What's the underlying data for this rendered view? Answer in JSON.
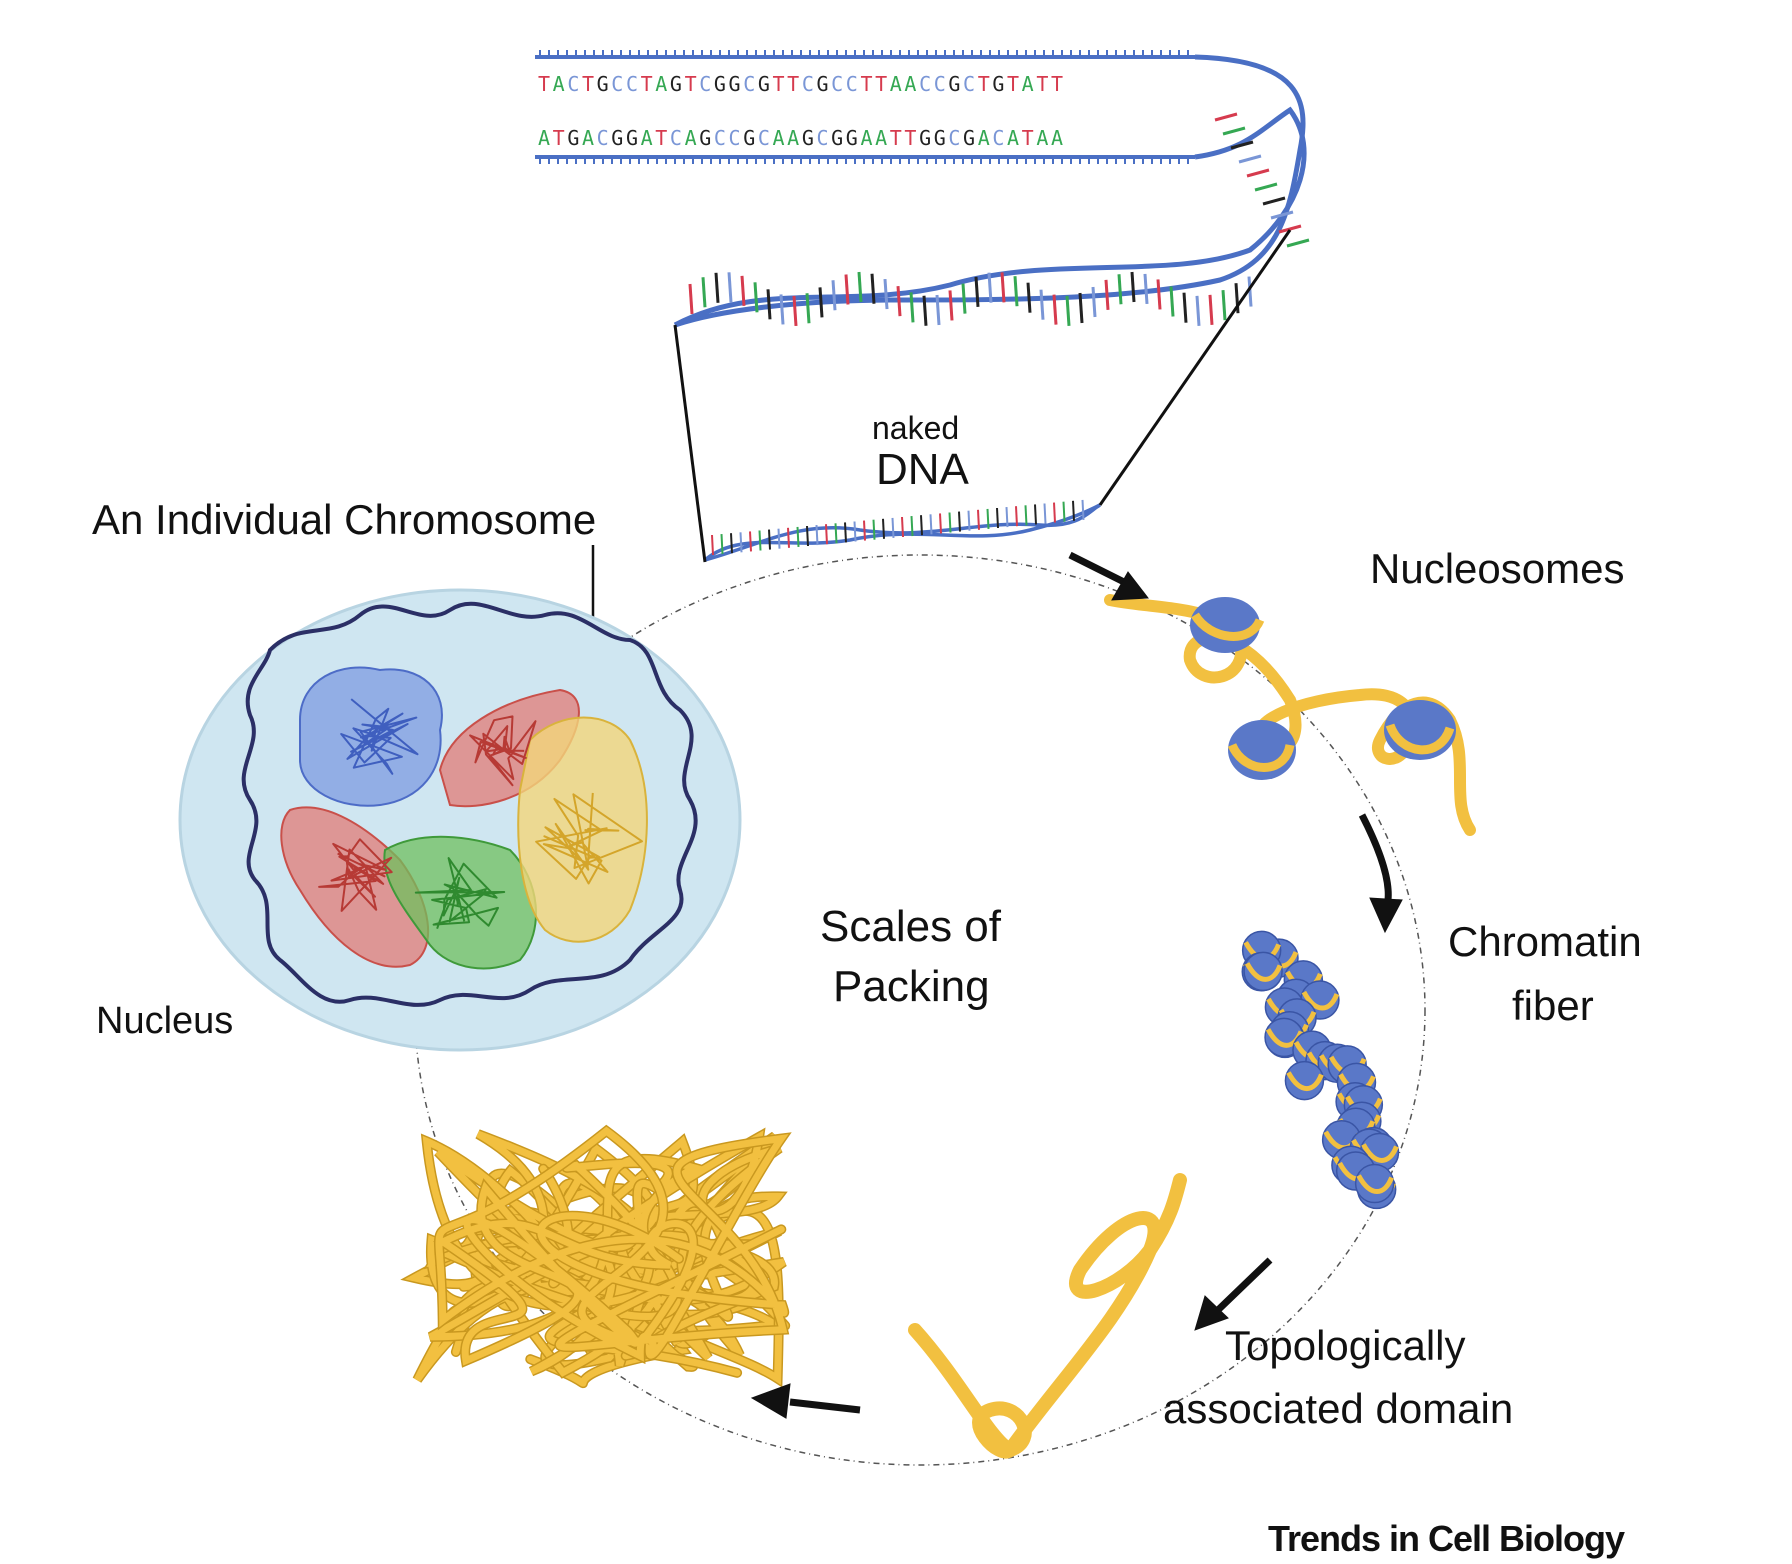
{
  "labels": {
    "naked": "naked",
    "dna": "DNA",
    "chromosome": "An Individual Chromosome",
    "nucleosomes": "Nucleosomes",
    "chromatin_line1": "Chromatin",
    "chromatin_line2": "fiber",
    "scales_line1": "Scales of",
    "scales_line2": "Packing",
    "nucleus": "Nucleus",
    "tad_line1": "Topologically",
    "tad_line2": "associated domain",
    "journal": "Trends in Cell Biology"
  },
  "sequence": {
    "top": "TACTGCCTAGTCGGCGTTCGCCTTAACCGCTGTATT",
    "bottom": "ATGACGGATCAGCCGCAAGCGGAATTGGCGACATAA"
  },
  "colors": {
    "A": "#35a853",
    "T": "#d63b4e",
    "G": "#222222",
    "C": "#7a96d6",
    "backbone": "#4a6fc4",
    "chromatin": "#f2c040",
    "histone": "#5a78c8",
    "nucleus_fill": "#cfe6f1"
  }
}
